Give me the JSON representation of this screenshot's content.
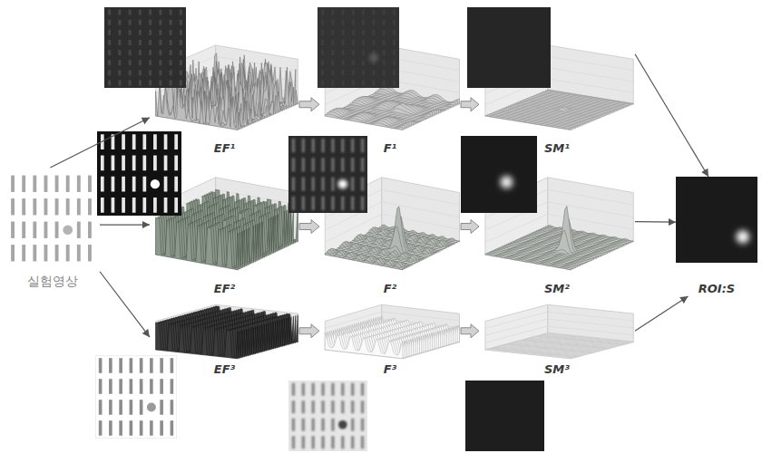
{
  "diagram": {
    "nodes": [
      {
        "text": [
          "실험영상"
        ]
      },
      {
        "text": [
          "EF¹"
        ]
      },
      {
        "text": [
          "F¹"
        ]
      },
      {
        "text": [
          "SM¹"
        ]
      },
      {
        "text": [
          "EF²"
        ]
      },
      {
        "text": [
          "F²"
        ]
      },
      {
        "text": [
          "SM²"
        ]
      },
      {
        "text": [
          "EF³"
        ]
      },
      {
        "text": [
          "F³"
        ]
      },
      {
        "text": [
          "SM³"
        ]
      },
      {
        "text": [
          "ROI:S"
        ]
      }
    ],
    "edges": [
      {
        "from": 0,
        "to": 1,
        "arrow": "to"
      },
      {
        "from": 0,
        "to": 4,
        "arrow": "to"
      },
      {
        "from": 0,
        "to": 7,
        "arrow": "to"
      },
      {
        "from": 1,
        "to": 2,
        "arrow": "to"
      },
      {
        "from": 2,
        "to": 3,
        "arrow": "to"
      },
      {
        "from": 4,
        "to": 5,
        "arrow": "to"
      },
      {
        "from": 5,
        "to": 6,
        "arrow": "to"
      },
      {
        "from": 7,
        "to": 8,
        "arrow": "to"
      },
      {
        "from": 8,
        "to": 9,
        "arrow": "to"
      },
      {
        "from": 3,
        "to": 10,
        "arrow": "to"
      },
      {
        "from": 6,
        "to": 10,
        "arrow": "to"
      },
      {
        "from": 9,
        "to": 10,
        "arrow": "to"
      }
    ]
  }
}
